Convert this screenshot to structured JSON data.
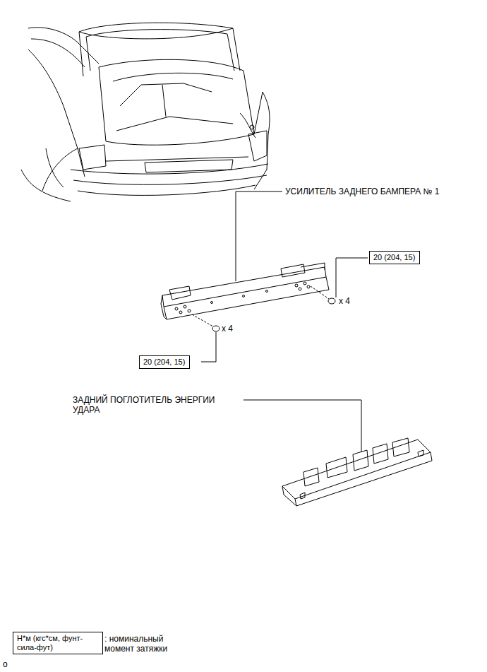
{
  "diagram": {
    "nodes": [
      {
        "text": [
          "20 (204, 15)"
        ]
      },
      {
        "text": [
          "20 (204, 15)"
        ]
      },
      {
        "text": [
          "Н*м (кгс*см, фунт-сила-фут)"
        ]
      }
    ],
    "labels": [
      "УСИЛИТЕЛЬ ЗАДНЕГО БАМПЕРА № 1",
      "x 4",
      "x 4",
      "ЗАДНИЙ ПОГЛОТИТЕЛЬ ЭНЕРГИИ УДАРА",
      ": номинальный момент затяжки",
      "o"
    ]
  }
}
